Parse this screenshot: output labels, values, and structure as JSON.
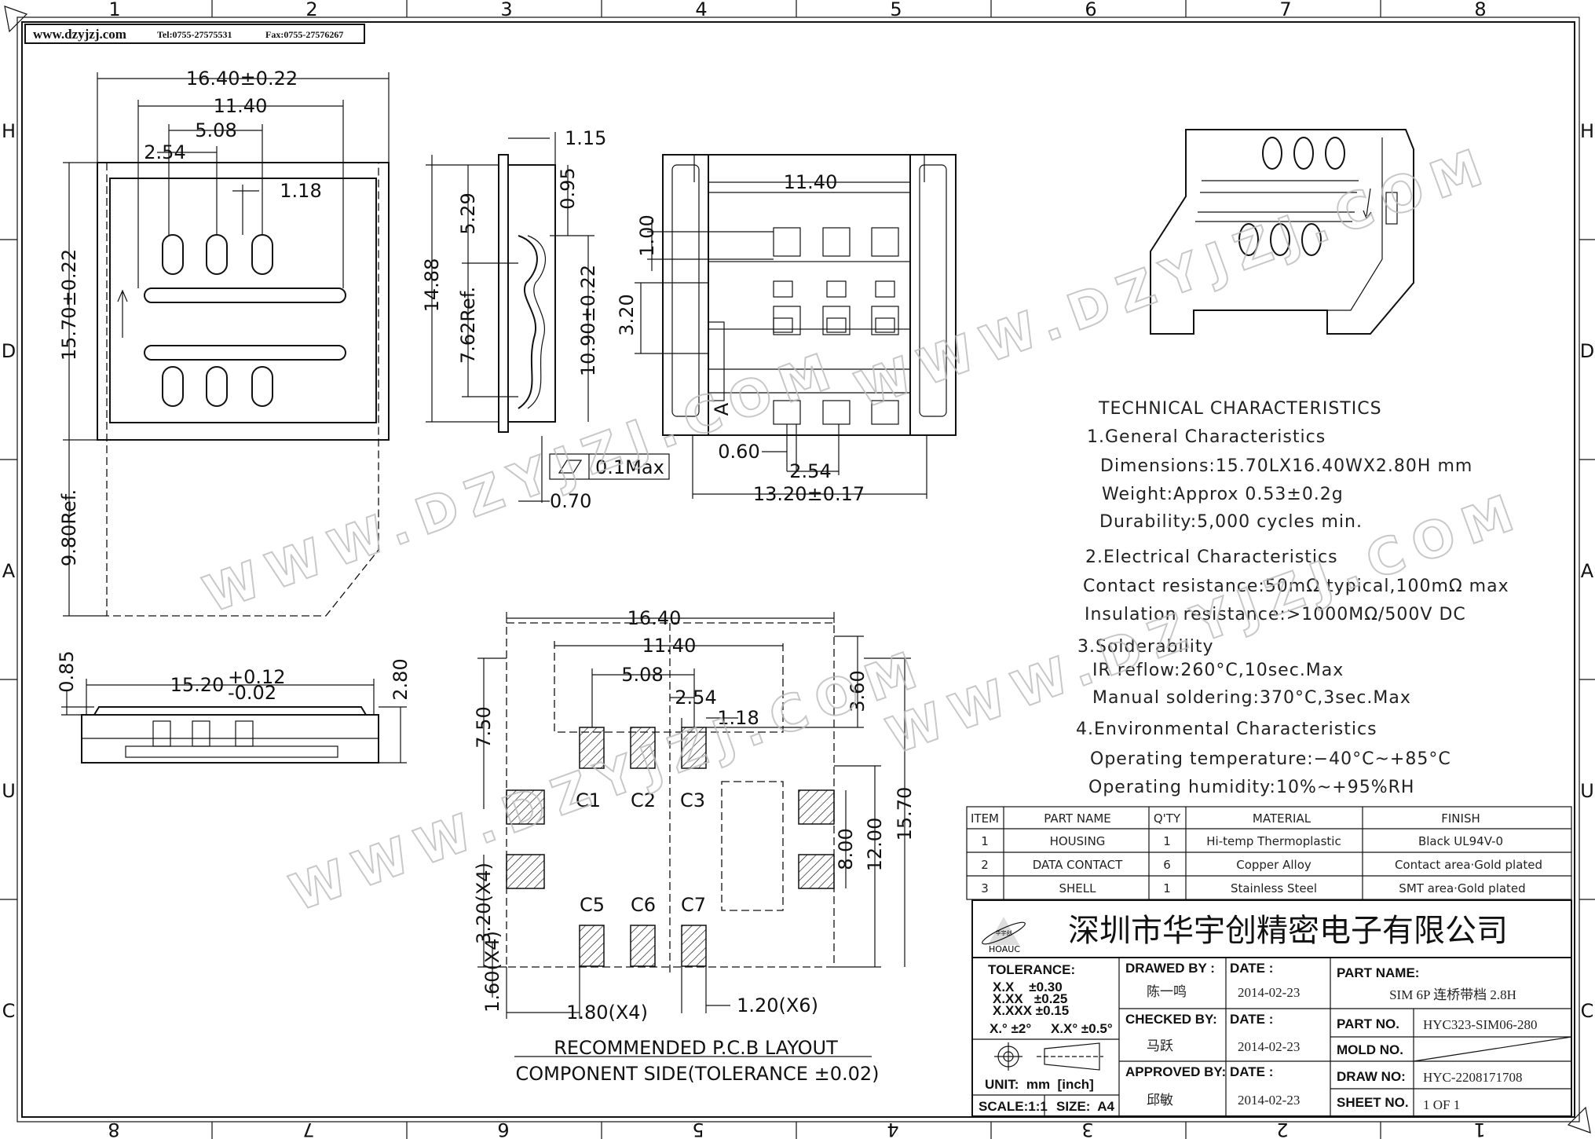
{
  "header": {
    "website": "www.dzyjzj.com",
    "tel": "Tel:0755-27575531",
    "fax": "Fax:0755-27576267"
  },
  "grid": {
    "top_numbers": [
      "1",
      "2",
      "3",
      "4",
      "5",
      "6",
      "7",
      "8"
    ],
    "bottom_numbers": [
      "8",
      "7",
      "6",
      "5",
      "4",
      "3",
      "2",
      "1"
    ],
    "side_letters": [
      "H",
      "D",
      "A",
      "U",
      "C"
    ]
  },
  "top_view": {
    "width_overall": "16.40±0.22",
    "width_inner": "11.40",
    "pitch_508": "5.08",
    "pitch_254": "2.54",
    "contact_w": "1.18",
    "length": "15.70±0.22",
    "card_ref": "9.80Ref."
  },
  "side_view": {
    "d115": "1.15",
    "d095": "0.95",
    "d529": "5.29",
    "d1488": "14.88",
    "d762": "7.62Ref.",
    "d1090": "10.90±0.22",
    "flatness": "0.1Max",
    "d070": "0.70"
  },
  "front_view": {
    "d1140": "11.40",
    "d100": "1.00",
    "d320": "3.20",
    "d060": "0.60",
    "d254": "2.54",
    "d1320": "13.20±0.17",
    "marker": "A"
  },
  "bottom_view": {
    "d085": "0.85",
    "d1520": "15.20",
    "tol_plus": "+0.12",
    "tol_minus": "-0.02",
    "d280": "2.80"
  },
  "pcb_layout": {
    "d1640": "16.40",
    "d1140": "11.40",
    "d508": "5.08",
    "d254": "2.54",
    "d118": "1.18",
    "d360": "3.60",
    "d750": "7.50",
    "d800": "8.00",
    "d1200": "12.00",
    "d1570": "15.70",
    "d320x4": "3.20(X4)",
    "d160x4": "1.60(X4)",
    "d180x4": "1.80(X4)",
    "d120x6": "1.20(X6)",
    "pads": [
      "C1",
      "C2",
      "C3",
      "C5",
      "C6",
      "C7"
    ],
    "title": "RECOMMENDED P.C.B LAYOUT",
    "subtitle": "COMPONENT SIDE(TOLERANCE ±0.02)"
  },
  "tech": {
    "title": "TECHNICAL CHARACTERISTICS",
    "lines": [
      "1.General Characteristics",
      "Dimensions:15.70LX16.40WX2.80H mm",
      "Weight:Approx 0.53±0.2g",
      "Durability:5,000 cycles min.",
      "2.Electrical Characteristics",
      "Contact resistance:50mΩ typical,100mΩ max",
      "Insulation resistance:>1000MΩ/500V DC",
      "3.Solderability",
      "IR reflow:260°C,10sec.Max",
      "Manual soldering:370°C,3sec.Max",
      "4.Environmental Characteristics",
      "Operating temperature:−40°C~+85°C",
      "Operating humidity:10%~+95%RH"
    ]
  },
  "bom": {
    "headers": [
      "ITEM",
      "PART NAME",
      "Q'TY",
      "MATERIAL",
      "FINISH"
    ],
    "rows": [
      [
        "1",
        "HOUSING",
        "1",
        "Hi-temp Thermoplastic",
        "Black UL94V-0"
      ],
      [
        "2",
        "DATA CONTACT",
        "6",
        "Copper Alloy",
        "Contact area·Gold plated"
      ],
      [
        "3",
        "SHELL",
        "1",
        "Stainless Steel",
        "SMT area·Gold plated"
      ]
    ]
  },
  "title_block": {
    "company": "深圳市华宇创精密电子有限公司",
    "logo_text": "HOAUC",
    "logo_cn": "华宇创",
    "tolerance_label": "TOLERANCE:",
    "tolerances": [
      "X.X    ±0.30",
      "X.XX   ±0.25",
      "X.XXX ±0.15"
    ],
    "angle_tol": [
      "X.° ±2°",
      "X.X° ±0.5°"
    ],
    "unit": "UNIT:  mm  [inch]",
    "scale": "SCALE:1:1",
    "size": "SIZE:  A4",
    "drawn_by_label": "DRAWED BY :",
    "drawn_by": "陈一鸣",
    "checked_by_label": "CHECKED BY:",
    "checked_by": "马跃",
    "approved_by_label": "APPROVED BY:",
    "approved_by": "邱敏",
    "date_label": "DATE :",
    "dates": [
      "2014-02-23",
      "2014-02-23",
      "2014-02-23"
    ],
    "part_name_label": "PART NAME:",
    "part_name": "SIM 6P 连桥带档 2.8H",
    "part_no_label": "PART NO.",
    "part_no": "HYC323-SIM06-280",
    "mold_no_label": "MOLD NO.",
    "draw_no_label": "DRAW NO:",
    "draw_no": "HYC-2208171708",
    "sheet_no_label": "SHEET NO.",
    "sheet_no": "1 OF 1"
  },
  "watermark": "WWW.DZYJZJ.COM"
}
